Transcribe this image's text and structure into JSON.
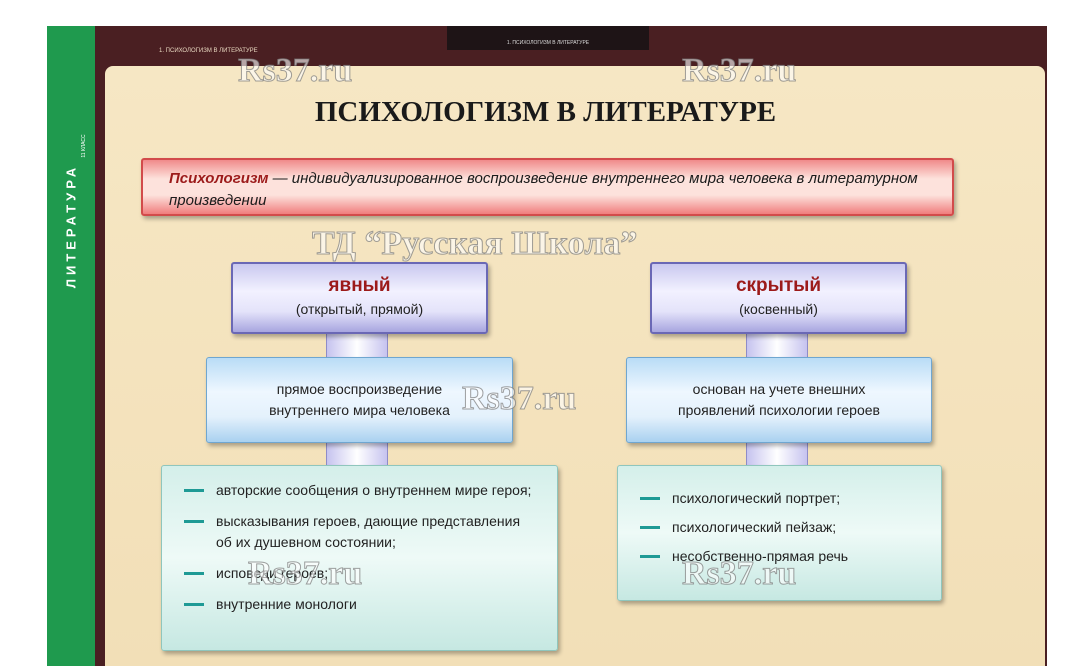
{
  "strip": {
    "subject": "ЛИТЕРАТУРА",
    "grade": "11 КЛАСС"
  },
  "header": {
    "label": "1. ПСИХОЛОГИЗМ В ЛИТЕРАТУРЕ",
    "tab": "1. ПСИХОЛОГИЗМ В ЛИТЕРАТУРЕ"
  },
  "title": "ПСИХОЛОГИЗМ В ЛИТЕРАТУРЕ",
  "definition": {
    "term": "Психологизм",
    "text": " — индивидуализированное воспроизведение внутреннего мира человека в литературном произведении"
  },
  "left": {
    "title": "явный",
    "subtitle": "(открытый, прямой)",
    "description": "прямое воспроизведение внутреннего мира человека",
    "items": [
      "авторские сообщения о внутреннем мире героя;",
      "высказывания героев, дающие представления об их душевном состоянии;",
      "исповеди героев;",
      "внутренние монологи"
    ]
  },
  "right": {
    "title": "скрытый",
    "subtitle": "(косвенный)",
    "description": "основан на учете внешних проявлений психологии героев",
    "items": [
      "психологический портрет;",
      "психологический пейзаж;",
      "несобственно-прямая речь"
    ]
  },
  "watermarks": [
    "Rs37.ru",
    "ТД “Русская Школа”"
  ]
}
